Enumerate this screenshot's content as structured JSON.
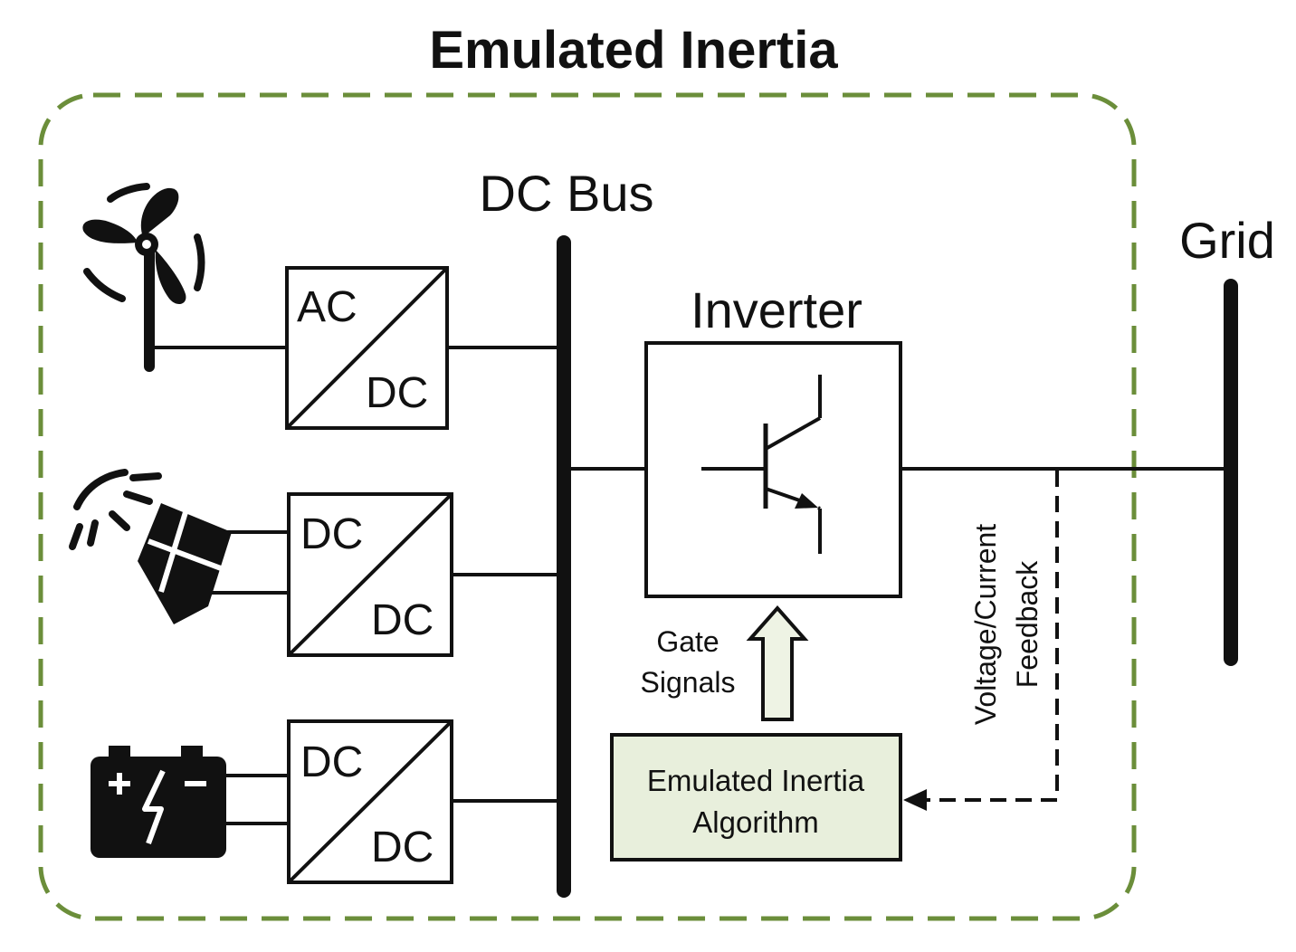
{
  "diagram": {
    "title": "Emulated Inertia",
    "dc_bus_label": "DC Bus",
    "grid_label": "Grid",
    "inverter_label": "Inverter",
    "converters": [
      {
        "top": "AC",
        "bottom": "DC"
      },
      {
        "top": "DC",
        "bottom": "DC"
      },
      {
        "top": "DC",
        "bottom": "DC"
      }
    ],
    "gate_signals": [
      "Gate",
      "Signals"
    ],
    "feedback": [
      "Voltage/Current",
      "Feedback"
    ],
    "algorithm": [
      "Emulated Inertia",
      "Algorithm"
    ],
    "colors": {
      "dashed_border": "#6b8e3a",
      "algorithm_fill": "#e8efdc",
      "arrow_fill": "#eef3e4",
      "lines": "#111111"
    },
    "icons": [
      "wind-turbine-icon",
      "solar-panel-icon",
      "battery-icon",
      "transistor-icon"
    ]
  }
}
